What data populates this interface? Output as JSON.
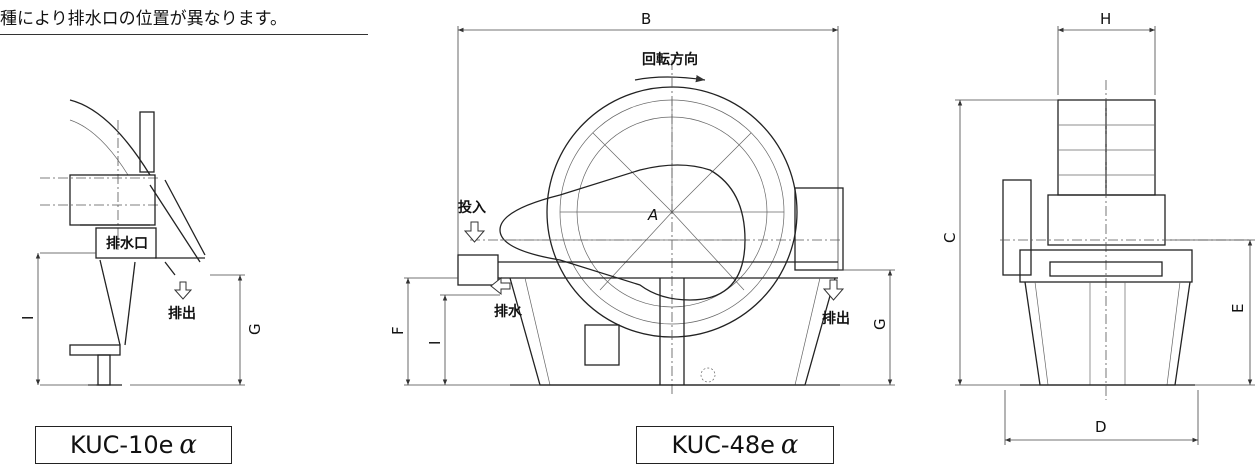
{
  "note": "種により排水ロの位置が異なります。",
  "labels": {
    "B": "B",
    "H": "H",
    "C": "C",
    "D": "D",
    "E": "E",
    "F": "F",
    "G_left": "G",
    "G_mid": "G",
    "I_left": "I",
    "I_mid": "I",
    "A": "A"
  },
  "callouts": {
    "rotation": "回転方向",
    "input": "投入",
    "drain_port": "排水口",
    "drain": "排水",
    "discharge_left": "排出",
    "discharge_mid": "排出"
  },
  "models": {
    "small": {
      "name": "KUC-10e",
      "suffix": "α"
    },
    "large": {
      "name": "KUC-48e",
      "suffix": "α"
    }
  }
}
